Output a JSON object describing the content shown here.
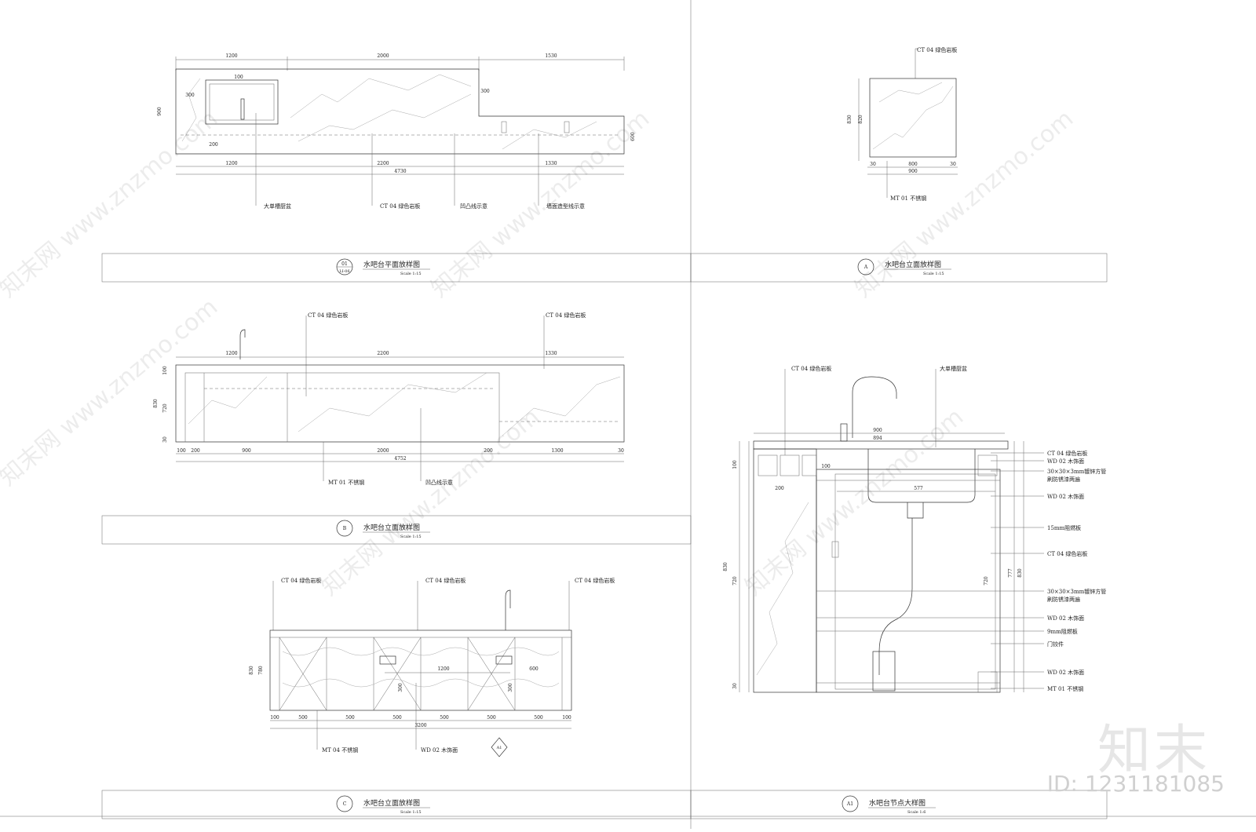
{
  "panels": {
    "p01": {
      "tag": "01",
      "tag_sub": "LI-06",
      "title": "水吧台平面放样图",
      "scale": "Scale 1:15",
      "dims_top": [
        "1200",
        "2000",
        "1530"
      ],
      "dims_bottom": [
        "1200",
        "2200",
        "1330"
      ],
      "dim_total": "4730",
      "dims_left": [
        "900"
      ],
      "dims_inner": [
        "100",
        "300",
        "200",
        "300"
      ],
      "dim_right": "600",
      "labels": [
        "大单槽厨盆",
        "CT 04 绿色岩板",
        "凹凸线示意",
        "墙面造型线示意"
      ]
    },
    "pA": {
      "tag": "A",
      "title": "水吧台立面放样图",
      "scale": "Scale 1:15",
      "label_top": "CT 04 绿色岩板",
      "dims_left": [
        "830",
        "820"
      ],
      "dims_bottom": [
        "30",
        "800",
        "30"
      ],
      "dim_total": "900",
      "label_bottom": "MT 01 不锈钢"
    },
    "pB": {
      "tag": "B",
      "title": "水吧台立面放样图",
      "scale": "Scale 1:15",
      "labels_top": [
        "CT 04 绿色岩板",
        "CT 04 绿色岩板"
      ],
      "dims_top": [
        "1200",
        "2200",
        "1330"
      ],
      "dims_left": [
        "100",
        "830",
        "720",
        "30"
      ],
      "dims_bottom": [
        "100",
        "200",
        "900",
        "2000",
        "200",
        "1300",
        "30"
      ],
      "dim_total": "4752",
      "labels_bottom": [
        "MT 01 不锈钢",
        "凹凸线示意"
      ]
    },
    "pC": {
      "tag": "C",
      "title": "水吧台立面放样图",
      "scale": "Scale 1:15",
      "labels_top": [
        "CT 04 绿色岩板",
        "CT 04 绿色岩板",
        "CT 04 绿色岩板"
      ],
      "dims_left": [
        "830",
        "780"
      ],
      "dims_inner": [
        "1200",
        "600",
        "300",
        "300"
      ],
      "dims_bottom": [
        "100",
        "500",
        "500",
        "500",
        "500",
        "500",
        "500",
        "100"
      ],
      "dim_total": "3200",
      "labels_bottom": [
        "MT 04 不锈钢",
        "WD 02 木饰面"
      ],
      "callout": "A1"
    },
    "pA1": {
      "tag": "A1",
      "title": "水吧台节点大样图",
      "scale": "Scale 1:6",
      "label_top_left": "CT 04 绿色岩板",
      "label_top_right": "大单槽厨盆",
      "dims_top": [
        "900",
        "894"
      ],
      "dims_left": [
        "100",
        "830",
        "720",
        "30"
      ],
      "dims_inner": [
        "100",
        "200",
        "577",
        "720"
      ],
      "dims_right": [
        "777",
        "830"
      ],
      "labels_right": [
        "CT 04 绿色岩板",
        "WD 02 木饰面",
        "30×30×3mm镀锌方管",
        "刷防锈漆两遍",
        "WD 02 木饰面",
        "15mm阻燃板",
        "CT 04 绿色岩板",
        "30×30×3mm镀锌方管",
        "刷防锈漆两遍",
        "WD 02 木饰面",
        "9mm阻燃板",
        "门铰件",
        "WD 02 木饰面",
        "MT 01 不锈钢"
      ]
    }
  },
  "watermark": "知末网 www.znzmo.com",
  "brand": {
    "name": "知末",
    "id": "ID: 1231181085"
  }
}
